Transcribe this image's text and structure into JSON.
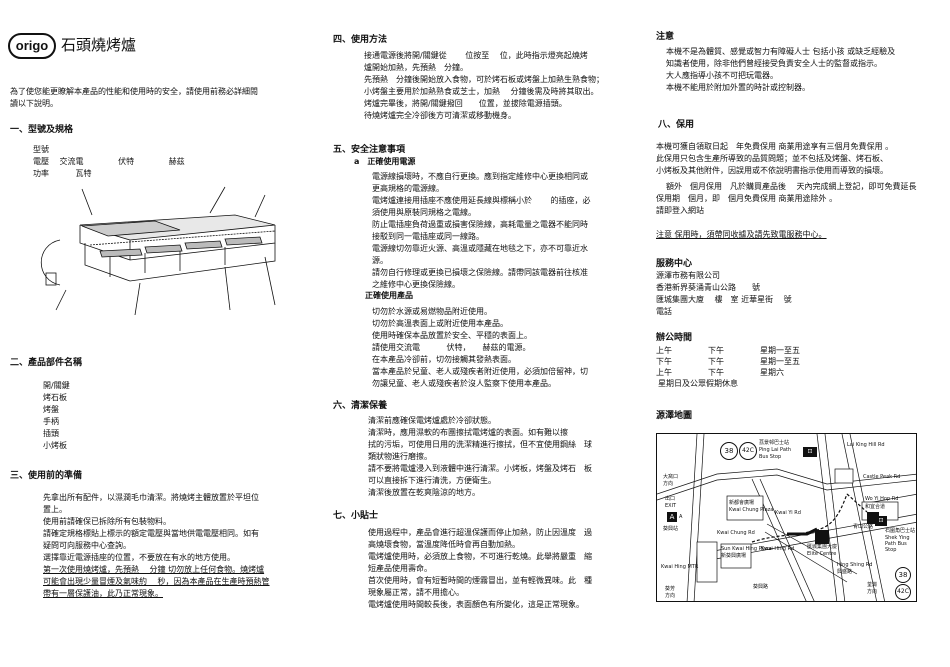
{
  "header": {
    "logo_text": "origo",
    "title": "石頭燒烤爐"
  },
  "intro": [
    "為了使您能更瞭解本產品的性能和使用時的安全，請使用前務必詳細閱",
    "讀以下說明。"
  ],
  "s1": {
    "heading": "一、型號及規格",
    "lines": [
      "型號",
      "電壓　 交流電　　　　 伏特　　　　 赫茲",
      "功率　　　 瓦特"
    ]
  },
  "s2": {
    "heading": "二、產品部件名稱",
    "items": [
      "開/關鍵",
      "烤石板",
      "烤盤",
      "手柄",
      "插頭",
      "小烤板"
    ]
  },
  "s3": {
    "heading": "三、使用前的準備",
    "lines": [
      "先拿出所有配件，以濕潤毛巾清潔。將燒烤主體放置於平坦位",
      "置上。",
      "使用前請確保已拆除所有包裝物料。",
      "請確定規格標貼上標示的額定電壓與當地供電電壓相同。如有",
      "疑問可向服務中心查詢。",
      "選擇靠近電源插座的位置，不要放在有水的地方使用。"
    ],
    "ulines": [
      "第一次使用燒烤爐，先預熱　 分鐘 切勿放上任何食物。燒烤爐",
      "可能會出現少量冒煙及氣味約　 秒，因為本產品在生產時預熱管",
      "帶有一層保護油，此乃正常現象。"
    ]
  },
  "s4": {
    "heading": "四、使用方法",
    "lines": [
      "接通電源後將開/關鍵從　　 位按至　 位，此時指示燈亮起燒烤",
      "爐開始加熱，先預熱　分鐘。",
      "先預熱　分鐘後開始放入食物，可於烤石板或烤盤上加熱生熟食物；",
      "小烤盤主要用於加熱熟食或芝士，加熱　 分鐘後需及時將其取出。",
      "烤爐完畢後，將開/關鍵撥回　　位置，並拔除電源插頭。",
      "待燒烤爐完全冷卻後方可清潔或移動機身。"
    ]
  },
  "s5": {
    "heading": "五、安全注意事項",
    "sub1": "a　正確使用電源",
    "lines1": [
      "電源線損壞時，不應自行更換。應到指定維修中心更換相同或",
      "更高規格的電源線。",
      "電烤爐連接用插座不應使用延長線與標稱小於　　 的插座，必",
      "須使用與原裝同規格之電線。",
      "防止電插座負荷過重或損害保險線，高耗電量之電器不能同時",
      "接駁到同一電插座或同一線路。",
      "電源線切勿靠近火源、高溫或隱藏在地毯之下，亦不可靠近水",
      "源。",
      "請勿自行修理或更換已損壞之保險線。請帶同該電器前往核准",
      "之維修中心更換保險線。"
    ],
    "sub2": "正確使用產品",
    "lines2": [
      "切勿於水源或易燃物品附近使用。",
      "切勿於高溫表面上或附近使用本產品。",
      "使用時確保本品放置於安全、平穩的表面上。",
      "請使用交流電　　　 伏特，　　赫茲的電源。",
      "在本產品冷卻前，切勿接觸其發熱表面。",
      "當本產品於兒童、老人或殘疾者附近使用，必須加倍留神，切",
      "勿讓兒童、老人或殘疾者於沒人監察下使用本產品。"
    ]
  },
  "s6": {
    "heading": "六、清潔保養",
    "lines": [
      "清潔前應確保電烤爐處於冷卻狀態。",
      "清潔時，應用濕軟的布團擦拭電烤爐的表面。如有難以擦",
      "拭的污垢，可使用日用的洗潔精進行擦拭，但不宜使用鋼絲　球",
      "類狀物進行磨擦。",
      "請不要將電爐浸入到液體中進行清潔。小烤板，烤盤及烤石　板",
      "可以直接拆下進行清洗，方便衛生。",
      "清潔後放置在乾爽陰涼的地方。"
    ]
  },
  "s7": {
    "heading": "七、小貼士",
    "lines": [
      "使用過程中，產品會進行超溫保護而停止加熱，防止因溫度　過",
      "高燒壞食物，當溫度降低時會再自動加熱。",
      "電烤爐使用時，必須放上食物，不可進行乾燒。此舉將嚴重　縮",
      "短產品使用壽命。",
      "首次使用時，會有短暫時間的煙霧冒出，並有輕微異味。此　種",
      "現象屬正常，請不用擔心。",
      "電烤爐使用時間較長後，表面顏色有所變化，這是正常現象。"
    ]
  },
  "notice": {
    "heading": "注意",
    "lines": [
      "本機不是為體質、感覺或智力有障礙人士 包括小孩 或缺乏經驗及",
      "知識者使用，除非他們曾經接受負責安全人士的監督或指示。",
      "大人應指導小孩不可把玩電器。",
      "本機不能用於附加外置的時計或控制器。"
    ]
  },
  "s8": {
    "heading": "八、保用",
    "lines": [
      "本機可獲自領取日起　年免費保用 商業用途享有三個月免費保用 。",
      "此保用只包含生產所導致的品質問題；並不包括及烤盤、烤石板、",
      "小烤板及其他附件，因誤用或不依說明書指示使用而導致的損壞。"
    ],
    "lines2": [
      "額外　個月保用　凡於購買產品後　 天內完成網上登記，即可免費延長",
      "保用期　個月，即　個月免費保用 商業用途除外 。",
      "請即登入網站"
    ],
    "note": "注意  保用時，須帶同收據及請先致電服務中心。"
  },
  "service": {
    "heading": "服務中心",
    "lines": [
      "源澤市務有限公司",
      "香港新界葵涌青山公路　　號",
      "匯城集團大廈　 樓　室 近華星街　 號",
      "電話"
    ]
  },
  "hours": {
    "heading": "辦公時間",
    "rows": [
      [
        "上午",
        "下午",
        "星期一至五"
      ],
      [
        "下午",
        "下午",
        "星期一至五"
      ],
      [
        "上午",
        "下午",
        "星期六"
      ]
    ],
    "closed": "星期日及公眾假期休息"
  },
  "map": {
    "heading": "源澤地圖",
    "bus_numbers": [
      "38",
      "42C"
    ],
    "labels": [
      "荔景邨巴士站",
      "Ping Lai Path",
      "Bus Stop",
      "Lai King Hill Rd",
      "大窩口",
      "方向",
      "出口",
      "EXIT",
      "A",
      "葵興站",
      "Kwai Hing MTR",
      "葵芳",
      "方向",
      "Kwai Chung Rd",
      "葵興路",
      "Kwai Hing Rd",
      "新都會廣場",
      "Kwai Chung Plaza",
      "Castle Peak Rd",
      "青山公路",
      "石圍角巴士站",
      "Shek Ying Path Bus Stop",
      "荃灣",
      "方向",
      "匯城集團大廈",
      "Elite Centre",
      "Sun Kwai Hing Plaza",
      "新葵興廣場",
      "Wo Yi Hop Rd",
      "和宜合道",
      "Kwai Yi Rd",
      "Hing Shing Rd",
      "興盛路"
    ]
  },
  "icons": {
    "product": "grill-appliance-illustration",
    "bus": "bus-stop-icon",
    "mtr": "mtr-station-icon",
    "destination": "destination-marker-icon"
  }
}
